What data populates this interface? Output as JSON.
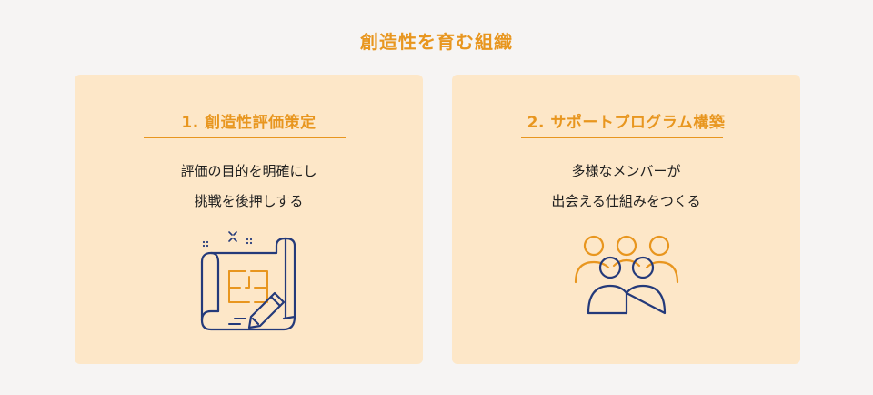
{
  "page": {
    "title": "創造性を育む組織"
  },
  "cards": [
    {
      "title": "1. 創造性評価策定",
      "description": [
        "評価の目的を明確にし",
        "挑戦を後押しする"
      ],
      "icon": "blueprint-pencil-icon"
    },
    {
      "title": "2. サポートプログラム構築",
      "description": [
        "多様なメンバーが",
        "出会える仕組みをつくる"
      ],
      "icon": "people-group-icon"
    }
  ],
  "colors": {
    "accent": "#e8961f",
    "navy": "#243a7a",
    "card_bg": "#fde7c8",
    "page_bg": "#f6f4f3"
  }
}
